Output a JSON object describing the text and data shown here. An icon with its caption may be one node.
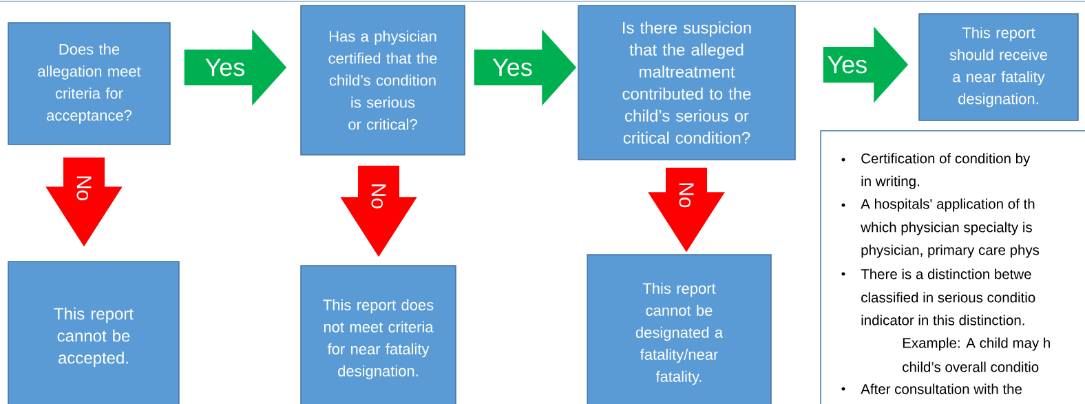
{
  "diagram": {
    "nodes": [
      {
        "text": [
          "Does the allegation meet criteria for acceptance?"
        ]
      },
      {
        "text": [
          "Has a physician certified that the child’s condition is serious or critical?"
        ]
      },
      {
        "text": [
          "Is there suspicion that the alleged maltreatment contributed to the child’s serious or critical condition?"
        ]
      },
      {
        "text": [
          "This report should receive a near fatality designation."
        ]
      },
      {
        "text": [
          "This report cannot be accepted."
        ]
      },
      {
        "text": [
          "This report does not meet criteria for near fatality designation."
        ]
      },
      {
        "text": [
          "This report cannot be designated a fatality/near fatality."
        ]
      },
      {
        "text": [
          "Certification of condition by",
          "in writing.",
          "A hospitals' application of th",
          "which physician specialty is",
          "physician, primary care phys",
          "There is a distinction betwe",
          "classified in serious conditio",
          "indicator in this distinction.",
          "Example: A child may h",
          "child’s overall conditio",
          "After consultation with the"
        ]
      }
    ],
    "edges": [
      {
        "from": 0,
        "to": 1,
        "arrow": "to",
        "label": "Yes",
        "color": "#00b050"
      },
      {
        "from": 1,
        "to": 2,
        "arrow": "to",
        "label": "Yes",
        "color": "#00b050"
      },
      {
        "from": 2,
        "to": 3,
        "arrow": "to",
        "label": "Yes",
        "color": "#00b050"
      },
      {
        "from": 0,
        "to": 4,
        "arrow": "to",
        "label": "No",
        "color": "#ff0000"
      },
      {
        "from": 1,
        "to": 5,
        "arrow": "to",
        "label": "No",
        "color": "#ff0000"
      },
      {
        "from": 2,
        "to": 6,
        "arrow": "to",
        "label": "No",
        "color": "#ff0000"
      }
    ]
  }
}
